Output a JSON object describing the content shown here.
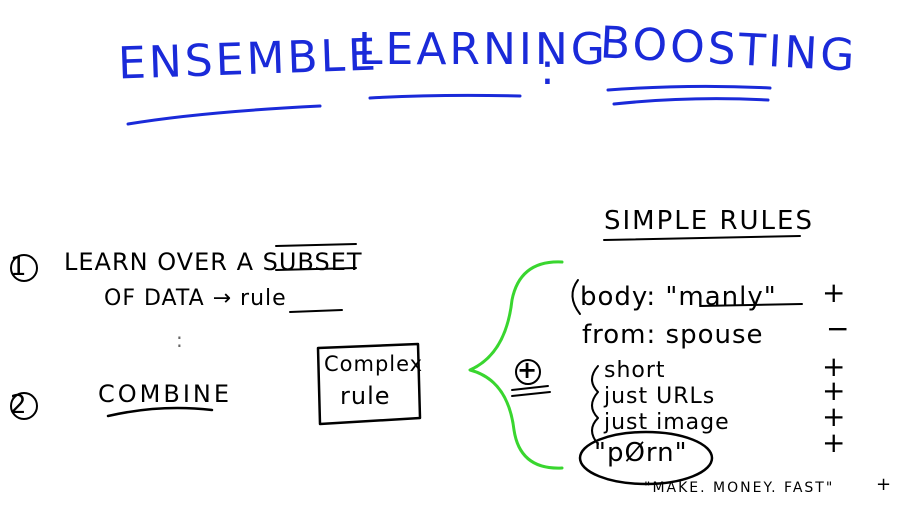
{
  "title": {
    "word1": "ENSEMBLE",
    "word2": "LEARNING",
    "colon": ":",
    "word3": "BOOSTING"
  },
  "steps": {
    "step1_num": "1",
    "step1_line1": "LEARN OVER A SUBSET",
    "step1_line2": "OF DATA → rule",
    "ellipsis": ":",
    "step2_num": "2",
    "step2_label": "COMBINE"
  },
  "complex_rule": {
    "line1": "Complex",
    "line2": "rule"
  },
  "simple_rules": {
    "heading": "SIMPLE RULES",
    "rules": [
      {
        "text": "body: \"manly\"",
        "sign": "+"
      },
      {
        "text": "from: spouse",
        "sign": "−"
      },
      {
        "text": "short",
        "sign": "+"
      },
      {
        "text": "just URLs",
        "sign": "+"
      },
      {
        "text": "just image",
        "sign": "+"
      },
      {
        "text": "\"pØrn\"",
        "sign": "+"
      },
      {
        "text": "\"MAKE. MONEY. FAST\"",
        "sign": "+"
      }
    ],
    "combine_symbol": "+"
  },
  "colors": {
    "title": "#1a2ad9",
    "ink": "#000000",
    "brace": "#39d62f"
  }
}
